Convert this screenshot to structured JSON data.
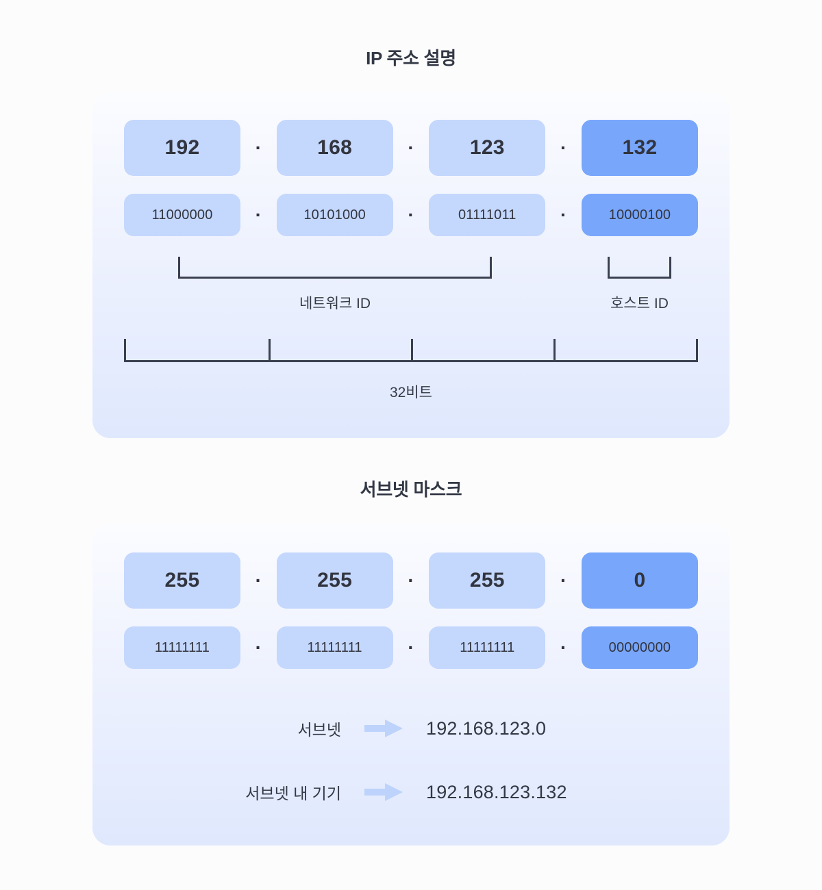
{
  "sections": {
    "ip": {
      "title": "IP 주소 설명",
      "octets": [
        {
          "decimal": "192",
          "binary": "11000000",
          "highlight": false
        },
        {
          "decimal": "168",
          "binary": "10101000",
          "highlight": false
        },
        {
          "decimal": "123",
          "binary": "01111011",
          "highlight": false
        },
        {
          "decimal": "132",
          "binary": "10000100",
          "highlight": true
        }
      ],
      "separator": "·",
      "brackets": [
        {
          "name": "network-id",
          "label": "네트워크 ID",
          "spans_octets": [
            1,
            2,
            3
          ]
        },
        {
          "name": "host-id",
          "label": "호스트 ID",
          "spans_octets": [
            4
          ]
        }
      ],
      "ruler": {
        "label": "32비트",
        "segments": 4,
        "tick_positions_pct": [
          25,
          50,
          75
        ]
      }
    },
    "mask": {
      "title": "서브넷 마스크",
      "octets": [
        {
          "decimal": "255",
          "binary": "11111111",
          "highlight": false
        },
        {
          "decimal": "255",
          "binary": "11111111",
          "highlight": false
        },
        {
          "decimal": "255",
          "binary": "11111111",
          "highlight": false
        },
        {
          "decimal": "0",
          "binary": "00000000",
          "highlight": true
        }
      ],
      "separator": "·",
      "results": [
        {
          "label": "서브넷",
          "arrow": "arrow-right-icon",
          "value": "192.168.123.0"
        },
        {
          "label": "서브넷 내 기기",
          "arrow": "arrow-right-icon",
          "value": "192.168.123.132"
        }
      ]
    }
  },
  "colors": {
    "page_background": "#fcfcfd",
    "card_gradient_top": "#fbfcff",
    "card_gradient_bottom": "#dfe8fd",
    "chip_light": "#c4d7fd",
    "chip_highlight": "#78a6fb",
    "text_primary": "#333845",
    "bracket_line": "#3a4050",
    "arrow_fill": "#bdd3fb"
  }
}
